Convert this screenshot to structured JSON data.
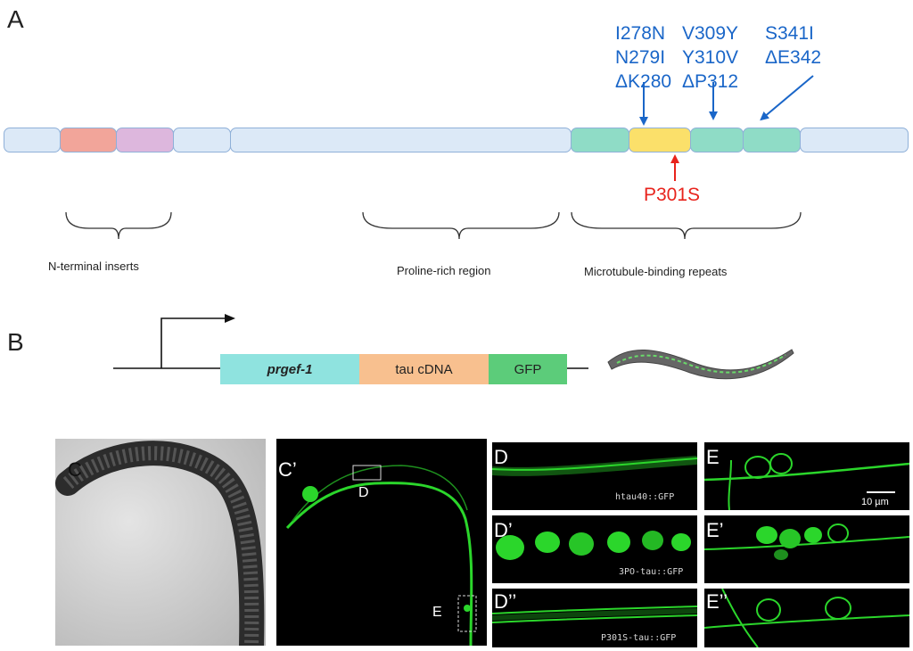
{
  "panels": {
    "a": "A",
    "b": "B",
    "c": "C",
    "c_prime": "C’",
    "d": "D",
    "d_prime": "D’",
    "d_dprime": "D’’",
    "e": "E",
    "e_prime": "E’",
    "e_dprime": "E’’"
  },
  "mutations": {
    "group1": [
      "I278N",
      "N279I",
      "ΔK280"
    ],
    "group2": [
      "V309Y",
      "Y310V",
      "ΔP312"
    ],
    "group3": [
      "S341I",
      "ΔE342"
    ],
    "p301s": "P301S"
  },
  "regions": {
    "n_terminal": "N-terminal inserts",
    "proline": "Proline-rich region",
    "mtbr": "Microtubule-binding repeats"
  },
  "construct": {
    "promoter": "prgef-1",
    "tau": "tau cDNA",
    "gfp": "GFP"
  },
  "micrographs": {
    "inset_d": "D",
    "inset_e": "E",
    "d_label": "htau40::GFP",
    "d_prime_label": "3PO-tau::GFP",
    "d_dprime_label": "P301S-tau::GFP",
    "scale_bar": "10 µm"
  },
  "colors": {
    "segment_light_blue": "#dce9f7",
    "segment_salmon": "#f2a59a",
    "segment_lilac": "#ddb7dd",
    "segment_teal": "#8fdcc6",
    "segment_yellow": "#fbe06a",
    "mutation_blue": "#1a66c8",
    "p301s_red": "#e8231c",
    "promoter_cyan": "#8fe3df",
    "tau_orange": "#f8c08f",
    "gfp_green": "#5ccc7a",
    "fluorescence": "#2bd62b"
  }
}
